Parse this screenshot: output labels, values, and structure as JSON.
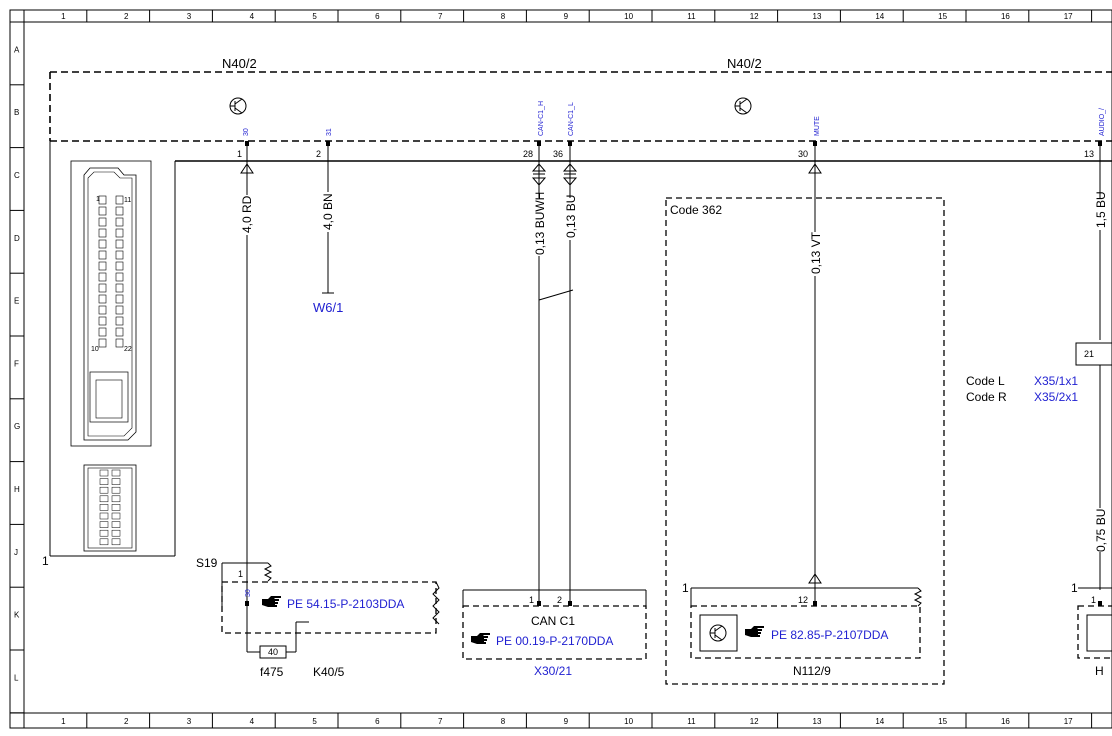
{
  "frame": {
    "columns": [
      "1",
      "2",
      "3",
      "4",
      "5",
      "6",
      "7",
      "8",
      "9",
      "10",
      "11",
      "12",
      "13",
      "14",
      "15",
      "16",
      "17"
    ],
    "rows": [
      "A",
      "B",
      "C",
      "D",
      "E",
      "F",
      "G",
      "H",
      "J",
      "K",
      "L"
    ]
  },
  "components": {
    "n40_left": "N40/2",
    "n40_right": "N40/2",
    "code_362": "Code 362",
    "code_l": "Code L",
    "code_r": "Code R",
    "x35_1": "X35/1x1",
    "x35_2": "X35/2x1",
    "w6": "W6/1",
    "s19": "S19",
    "f475": "f475",
    "k40": "K40/5",
    "can_c1": "CAN C1",
    "x30": "X30/21",
    "n112": "N112/9",
    "conn_num": "1",
    "conn_num_right": "1",
    "conn_num_s19": "1",
    "conn_num_n112": "1",
    "edge_h": "H",
    "fuse_40": "40"
  },
  "signals": {
    "s30": "30",
    "s31": "31",
    "can_h": "CAN-C1_H",
    "can_l": "CAN-C1_L",
    "mute": "MUTE",
    "audio": "AUDIO_/",
    "s30_lower": "30"
  },
  "pins": {
    "p1": "1",
    "p2": "2",
    "p28": "28",
    "p36": "36",
    "p30": "30",
    "p13": "13",
    "k1": "1",
    "c1": "1",
    "c2": "2",
    "n12": "12",
    "r21": "21",
    "r1": "1"
  },
  "wires": {
    "w1": "4,0 RD",
    "w2": "4,0 BN",
    "w3": "0,13 BUWH",
    "w4": "0,13 BU",
    "w5": "0,13 VT",
    "w6": "1,5 BU",
    "w7": "0,75 BU"
  },
  "references": {
    "pe1": "PE 54.15-P-2103DDA",
    "pe2": "PE 00.19-P-2170DDA",
    "pe3": "PE 82.85-P-2107DDA"
  },
  "connector_pins": {
    "c_1": "1",
    "c_11": "11",
    "c_10": "10",
    "c_22": "22"
  },
  "colors": {
    "link": "#1f1fd1",
    "line": "#000000"
  }
}
